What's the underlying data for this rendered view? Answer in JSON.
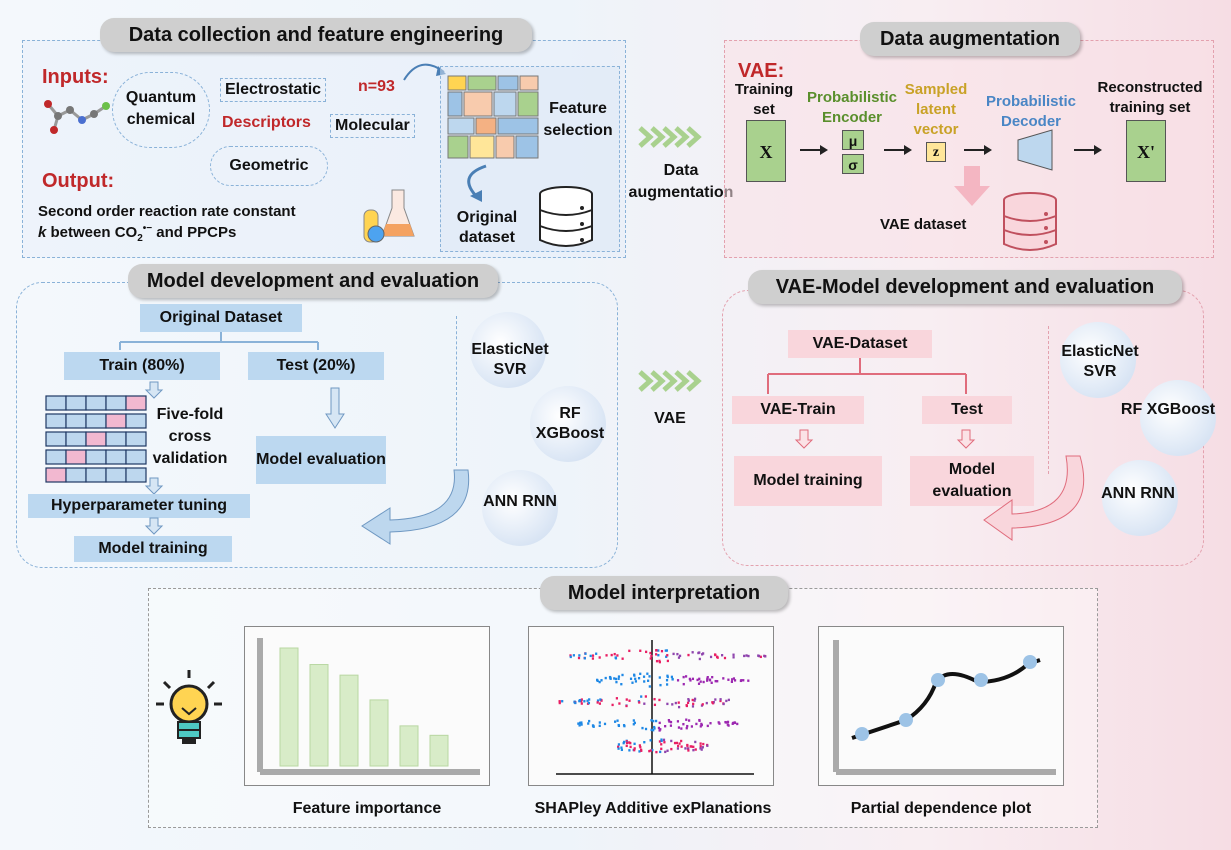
{
  "panels": {
    "data_collection": {
      "title": "Data collection and feature engineering",
      "inputs_label": "Inputs:",
      "quantum": "Quantum chemical",
      "electrostatic": "Electrostatic",
      "n": "n=93",
      "descriptors": "Descriptors",
      "molecular": "Molecular",
      "geometric": "Geometric",
      "output_label": "Output:",
      "output_line1": "Second order reaction rate constant",
      "output_k": "k",
      "output_line2": " between CO",
      "output_sub": "2",
      "output_sup": "•−",
      "output_line3": " and PPCPs",
      "feature_selection": "Feature selection",
      "original_dataset": "Original dataset"
    },
    "augmentation": {
      "title": "Data augmentation",
      "vae_label": "VAE:",
      "training_set": "Training set",
      "x": "X",
      "encoder": "Probabilistic Encoder",
      "mu": "μ",
      "sigma": "σ",
      "latent": "Sampled latent vector",
      "z": "z",
      "decoder": "Probabilistic Decoder",
      "reconstructed": "Reconstructed training set",
      "x_prime": "X'",
      "vae_dataset": "VAE dataset"
    },
    "between": {
      "data_augmentation": "Data augmentation",
      "vae": "VAE"
    },
    "model_dev": {
      "title": "Model development and evaluation",
      "original_dataset": "Original Dataset",
      "train": "Train (80%)",
      "test": "Test (20%)",
      "cv": "Five-fold cross validation",
      "evaluation": "Model evaluation",
      "hyper": "Hyperparameter tuning",
      "training": "Model training",
      "m1": "ElasticNet SVR",
      "m2": "RF XGBoost",
      "m3": "ANN RNN"
    },
    "vae_model_dev": {
      "title": "VAE-Model development and evaluation",
      "dataset": "VAE-Dataset",
      "train": "VAE-Train",
      "test": "Test",
      "training": "Model training",
      "evaluation": "Model evaluation",
      "m1": "ElasticNet SVR",
      "m2": "RF XGBoost",
      "m3": "ANN RNN"
    },
    "interpretation": {
      "title": "Model interpretation",
      "feature_importance": "Feature importance",
      "shap": "SHAPley Additive exPlanations",
      "pdp": "Partial dependence plot",
      "bar_heights": [
        1.0,
        0.86,
        0.77,
        0.56,
        0.34,
        0.26
      ]
    }
  },
  "colors": {
    "blue_box": "#bcd8f0",
    "pink_box": "#f9d6dc",
    "green_box": "#a9d18e",
    "red_text": "#c0282a",
    "encoder_green": "#5a8f2c",
    "latent_gold": "#c9a227",
    "decoder_blue": "#4a86c5"
  }
}
